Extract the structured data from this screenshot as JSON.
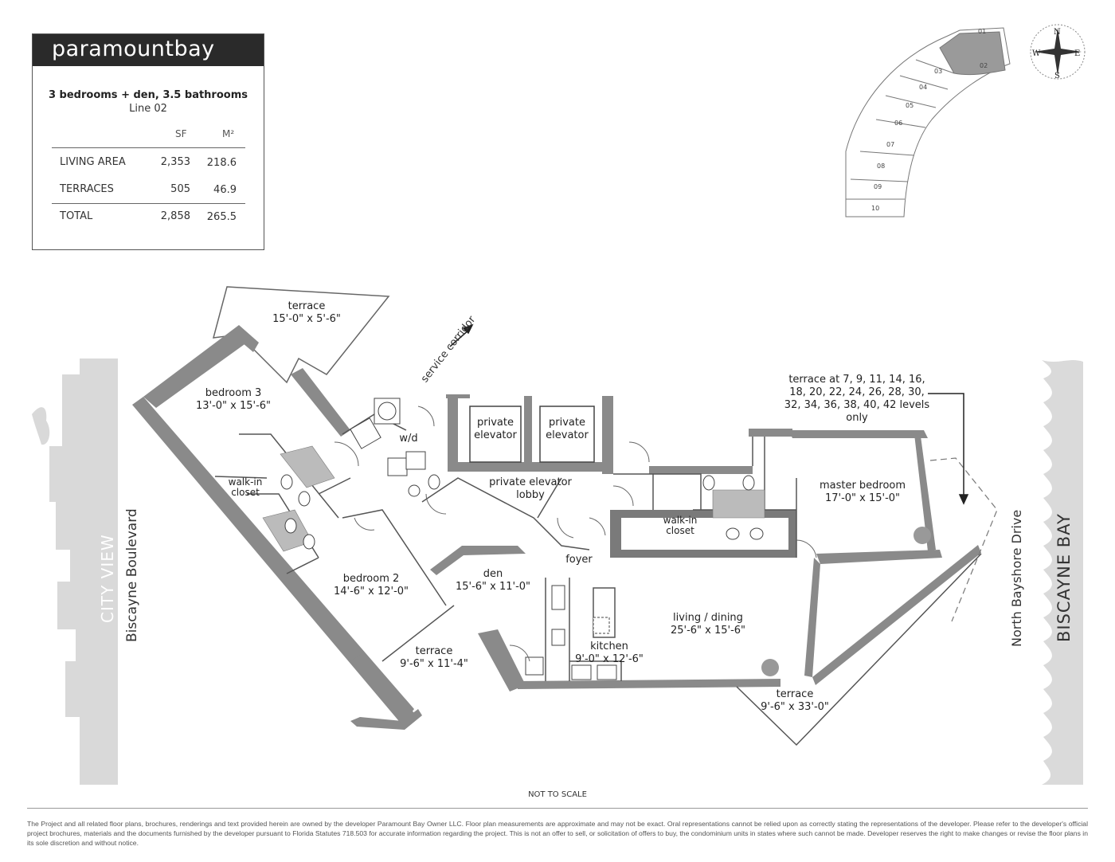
{
  "brand": "paramountbay",
  "unit": {
    "type": "3 bedrooms + den, 3.5 bathrooms",
    "line": "Line 02"
  },
  "area_table": {
    "headers": [
      "SF",
      "M²"
    ],
    "rows": [
      {
        "label": "LIVING AREA",
        "sf": "2,353",
        "m2": "218.6"
      },
      {
        "label": "TERRACES",
        "sf": "505",
        "m2": "46.9"
      },
      {
        "label": "TOTAL",
        "sf": "2,858",
        "m2": "265.5"
      }
    ]
  },
  "key_plan": {
    "units": [
      "01",
      "02",
      "03",
      "04",
      "05",
      "06",
      "07",
      "08",
      "09",
      "10"
    ],
    "highlighted": "02"
  },
  "compass": {
    "n": "N",
    "s": "S",
    "e": "E",
    "w": "W"
  },
  "rooms": {
    "terrace_top": {
      "name": "terrace",
      "dim": "15'-0\" x 5'-6\""
    },
    "service_corridor": "service corridor",
    "bedroom3": {
      "name": "bedroom  3",
      "dim": "13'-0\" x 15'-6\""
    },
    "wd": "w/d",
    "private_elevator_1": "private elevator",
    "private_elevator_2": "private elevator",
    "elevator_lobby": "private elevator lobby",
    "walkin_closet_1": "walk-in closet",
    "walkin_closet_2": "walk-in closet",
    "terrace_note": "terrace at 7, 9, 11, 14, 16, 18, 20, 22, 24, 26, 28, 30, 32, 34, 36, 38, 40, 42 levels only",
    "master_bedroom": {
      "name": "master bedroom",
      "dim": "17'-0\" x 15'-0\""
    },
    "foyer": "foyer",
    "bedroom2": {
      "name": "bedroom  2",
      "dim": "14'-6\" x 12'-0\""
    },
    "den": {
      "name": "den",
      "dim": "15'-6\" x 11'-0\""
    },
    "living_dining": {
      "name": "living / dining",
      "dim": "25'-6\" x 15'-6\""
    },
    "kitchen": {
      "name": "kitchen",
      "dim": "9'-0\" x 12'-6\""
    },
    "terrace_bed2": {
      "name": "terrace",
      "dim": "9'-6\" x 11'-4\""
    },
    "terrace_living": {
      "name": "terrace",
      "dim": "9'-6\" x 33'-0\""
    }
  },
  "side_labels": {
    "city_view": "CITY VIEW",
    "biscayne_boulevard": "Biscayne Boulevard",
    "north_bayshore": "North Bayshore Drive",
    "biscayne_bay": "BISCAYNE BAY"
  },
  "colors": {
    "wall": "#8a8a8a",
    "wall_dark": "#6e6e6e",
    "skyline": "#d9d9d9",
    "water": "#dadada",
    "brand_bar": "#2a2a2a"
  },
  "not_to_scale": "NOT TO SCALE",
  "disclaimer": "The Project and all related floor plans, brochures, renderings and text provided herein are owned by the developer Paramount Bay Owner LLC.  Floor plan measurements are approximate and may not be exact. Oral representations cannot be relied upon as correctly stating the representations of the developer.  Please refer to the developer's official project brochures, materials and the documents furnished by the developer pursuant to Florida Statutes 718.503 for accurate information regarding the project.  This is not an offer to sell, or solicitation of offers to buy, the condominium units in states where such cannot be made.  Developer reserves the right to make changes or revise the floor plans in its sole discretion and without notice."
}
